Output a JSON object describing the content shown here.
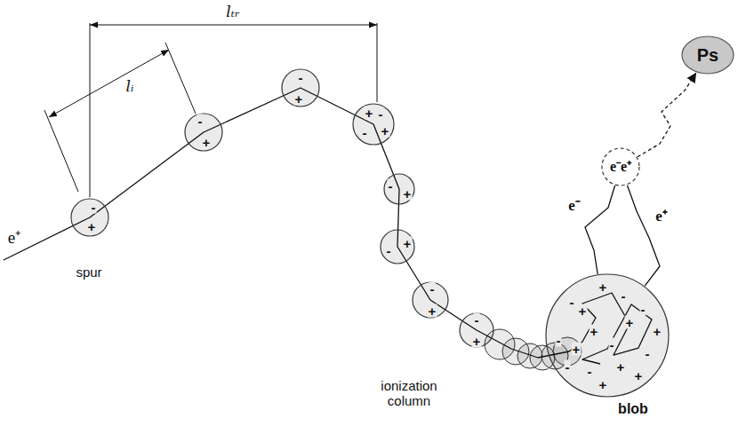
{
  "diagram": {
    "nodes": [
      {
        "text": [
          "-",
          "+"
        ]
      },
      {
        "text": [
          "-",
          "+"
        ]
      },
      {
        "text": [
          "-",
          "+"
        ]
      },
      {
        "text": [
          "+",
          "-",
          "-",
          "+"
        ]
      },
      {
        "text": [
          "-",
          "+"
        ]
      },
      {
        "text": [
          "-",
          "+"
        ]
      },
      {
        "text": [
          "-",
          "+"
        ]
      },
      {
        "text": [
          "-",
          "+"
        ]
      },
      {
        "text": [
          "-",
          "+",
          "+",
          "-",
          "-",
          "+",
          "-",
          "+",
          "+",
          "-",
          "+",
          "-",
          "+",
          "-",
          "+",
          "+",
          "-"
        ]
      },
      {
        "text": [
          "e⁻e⁺"
        ]
      },
      {
        "text": [
          "Ps"
        ]
      }
    ],
    "edges": [
      {
        "from": 8,
        "to": 9,
        "label": "e⁻",
        "arrow": "none"
      },
      {
        "from": 8,
        "to": 9,
        "label": "e⁺",
        "arrow": "none"
      },
      {
        "from": 9,
        "to": 10,
        "arrow": "to"
      }
    ],
    "labels": [
      "lₜᵣ",
      "lᵢ",
      "e⁺",
      "spur",
      "ionization column",
      "blob"
    ]
  }
}
